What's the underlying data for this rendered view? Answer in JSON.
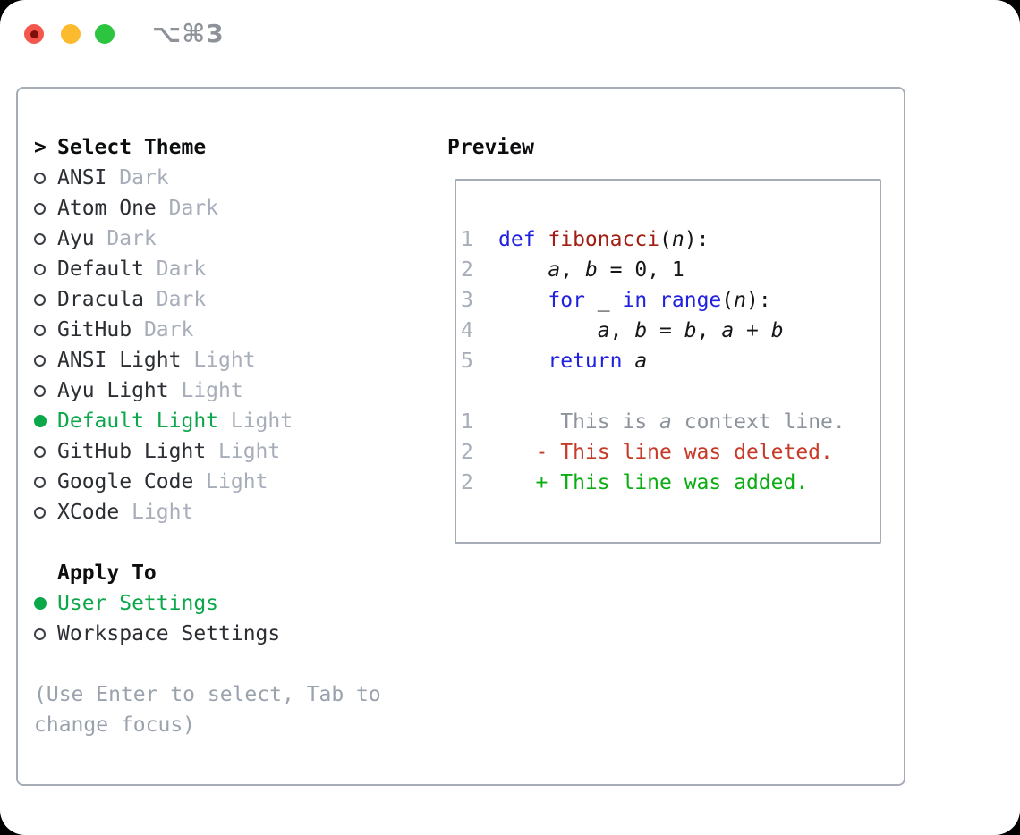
{
  "titlebar": {
    "title": "⌥⌘3"
  },
  "colors": {
    "window_bg": "#ffffff",
    "page_bg": "#000000",
    "panel_border": "#a6adb6",
    "title_gray": "#8e939a",
    "traffic_red": "#f4554c",
    "traffic_red_dot": "#7c100a",
    "traffic_yellow": "#fcbb2f",
    "traffic_green": "#2dc53f",
    "heading_text": "#0c0d0e",
    "item_text": "#2b2e33",
    "ring": "#3c4046",
    "variant_muted": "#a7aeba",
    "line_number": "#a7aeba",
    "help_text": "#9aa2ad",
    "accent_green": "#0ca74a",
    "added_green": "#0bad12",
    "deleted_red": "#c63a28",
    "keyword_blue": "#2122df",
    "function_red": "#a31e12",
    "plain_text": "#141619",
    "context_gray": "#8d939d"
  },
  "theme_list": {
    "header": {
      "prompt": ">",
      "label": "Select Theme"
    },
    "items": [
      {
        "name": "ANSI",
        "variant": "Dark",
        "selected": false
      },
      {
        "name": "Atom One",
        "variant": "Dark",
        "selected": false
      },
      {
        "name": "Ayu",
        "variant": "Dark",
        "selected": false
      },
      {
        "name": "Default",
        "variant": "Dark",
        "selected": false
      },
      {
        "name": "Dracula",
        "variant": "Dark",
        "selected": false
      },
      {
        "name": "GitHub",
        "variant": "Dark",
        "selected": false
      },
      {
        "name": "ANSI Light",
        "variant": "Light",
        "selected": false
      },
      {
        "name": "Ayu Light",
        "variant": "Light",
        "selected": false
      },
      {
        "name": "Default Light",
        "variant": "Light",
        "selected": true
      },
      {
        "name": "GitHub Light",
        "variant": "Light",
        "selected": false
      },
      {
        "name": "Google Code",
        "variant": "Light",
        "selected": false
      },
      {
        "name": "XCode",
        "variant": "Light",
        "selected": false
      }
    ]
  },
  "apply_to": {
    "label": "Apply To",
    "options": [
      {
        "label": "User Settings",
        "selected": true
      },
      {
        "label": "Workspace Settings",
        "selected": false
      }
    ]
  },
  "help_lines": [
    "(Use Enter to select, Tab to",
    "change focus)"
  ],
  "preview": {
    "heading": "Preview",
    "lines": [
      {
        "num": "1",
        "segments": [
          {
            "text": "def ",
            "color": "keyword"
          },
          {
            "text": "fibonacci",
            "color": "function"
          },
          {
            "text": "(",
            "color": "plain"
          },
          {
            "text": "n",
            "color": "plain",
            "italic": true
          },
          {
            "text": "):",
            "color": "plain"
          }
        ]
      },
      {
        "num": "2",
        "segments": [
          {
            "text": "    ",
            "color": "plain"
          },
          {
            "text": "a",
            "color": "plain",
            "italic": true
          },
          {
            "text": ", ",
            "color": "plain"
          },
          {
            "text": "b",
            "color": "plain",
            "italic": true
          },
          {
            "text": " = 0, 1",
            "color": "plain"
          }
        ]
      },
      {
        "num": "3",
        "segments": [
          {
            "text": "    ",
            "color": "plain"
          },
          {
            "text": "for",
            "color": "keyword"
          },
          {
            "text": " _ ",
            "color": "plain"
          },
          {
            "text": "in",
            "color": "keyword"
          },
          {
            "text": " ",
            "color": "plain"
          },
          {
            "text": "range",
            "color": "keyword"
          },
          {
            "text": "(",
            "color": "plain"
          },
          {
            "text": "n",
            "color": "plain",
            "italic": true
          },
          {
            "text": "):",
            "color": "plain"
          }
        ]
      },
      {
        "num": "4",
        "segments": [
          {
            "text": "        ",
            "color": "plain"
          },
          {
            "text": "a",
            "color": "plain",
            "italic": true
          },
          {
            "text": ", ",
            "color": "plain"
          },
          {
            "text": "b",
            "color": "plain",
            "italic": true
          },
          {
            "text": " = ",
            "color": "plain"
          },
          {
            "text": "b",
            "color": "plain",
            "italic": true
          },
          {
            "text": ", ",
            "color": "plain"
          },
          {
            "text": "a",
            "color": "plain",
            "italic": true
          },
          {
            "text": " + ",
            "color": "plain"
          },
          {
            "text": "b",
            "color": "plain",
            "italic": true
          }
        ]
      },
      {
        "num": "5",
        "segments": [
          {
            "text": "    ",
            "color": "plain"
          },
          {
            "text": "return",
            "color": "keyword"
          },
          {
            "text": " ",
            "color": "plain"
          },
          {
            "text": "a",
            "color": "plain",
            "italic": true
          }
        ]
      },
      {
        "num": "",
        "segments": []
      },
      {
        "num": "1",
        "segments": [
          {
            "text": "     This is ",
            "color": "context"
          },
          {
            "text": "a",
            "color": "context",
            "italic": true
          },
          {
            "text": " context line.",
            "color": "context"
          }
        ]
      },
      {
        "num": "2",
        "segments": [
          {
            "text": "   - This line was deleted.",
            "color": "deleted"
          }
        ]
      },
      {
        "num": "2",
        "segments": [
          {
            "text": "   + This line was added.",
            "color": "added"
          }
        ]
      }
    ]
  }
}
